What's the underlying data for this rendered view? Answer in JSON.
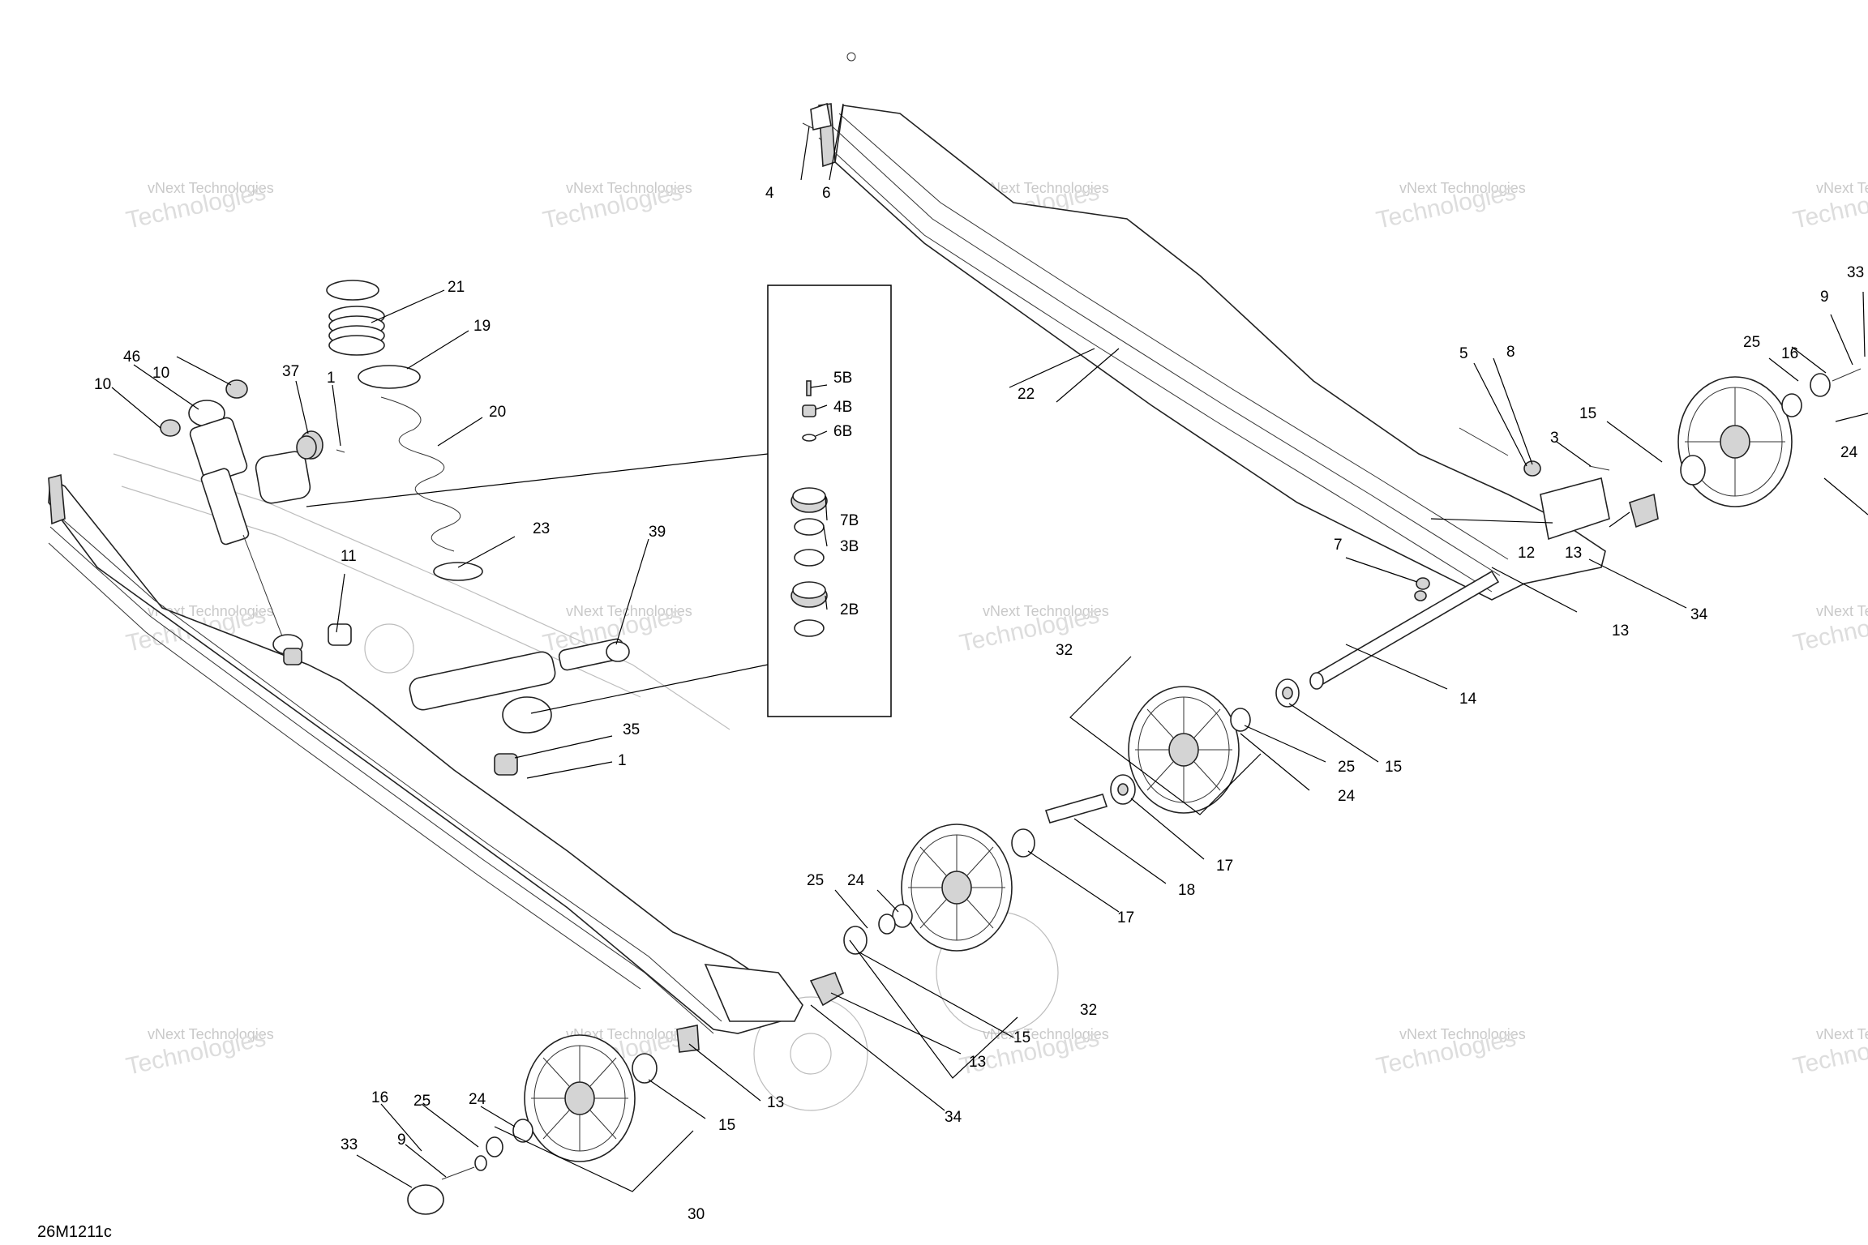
{
  "diagram_code": "26M1211c",
  "watermark": {
    "line1": "vNext Technologies",
    "line2": "Technologies"
  },
  "callouts": {
    "c1a": "1",
    "c1b": "1",
    "c3": "3",
    "c4": "4",
    "c5": "5",
    "c6": "6",
    "c7": "7",
    "c8": "8",
    "c9a": "9",
    "c9b": "9",
    "c10a": "10",
    "c10b": "10",
    "c11": "11",
    "c12": "12",
    "c13a": "13",
    "c13b": "13",
    "c13c": "13",
    "c13d": "13",
    "c14": "14",
    "c15a": "15",
    "c15b": "15",
    "c15c": "15",
    "c15d": "15",
    "c16a": "16",
    "c16b": "16",
    "c17a": "17",
    "c17b": "17",
    "c18": "18",
    "c19": "19",
    "c20": "20",
    "c21": "21",
    "c22": "22",
    "c23": "23",
    "c24a": "24",
    "c24b": "24",
    "c24c": "24",
    "c24d": "24",
    "c25a": "25",
    "c25b": "25",
    "c25c": "25",
    "c25d": "25",
    "c30": "30",
    "c32a": "32",
    "c32b": "32",
    "c33a": "33",
    "c33b": "33",
    "c34a": "34",
    "c34b": "34",
    "c35": "35",
    "c37": "37",
    "c39": "39",
    "c46": "46",
    "k5b": "5B",
    "k4b": "4B",
    "k6b": "6B",
    "k7b": "7B",
    "k3b": "3B",
    "k2b": "2B"
  }
}
